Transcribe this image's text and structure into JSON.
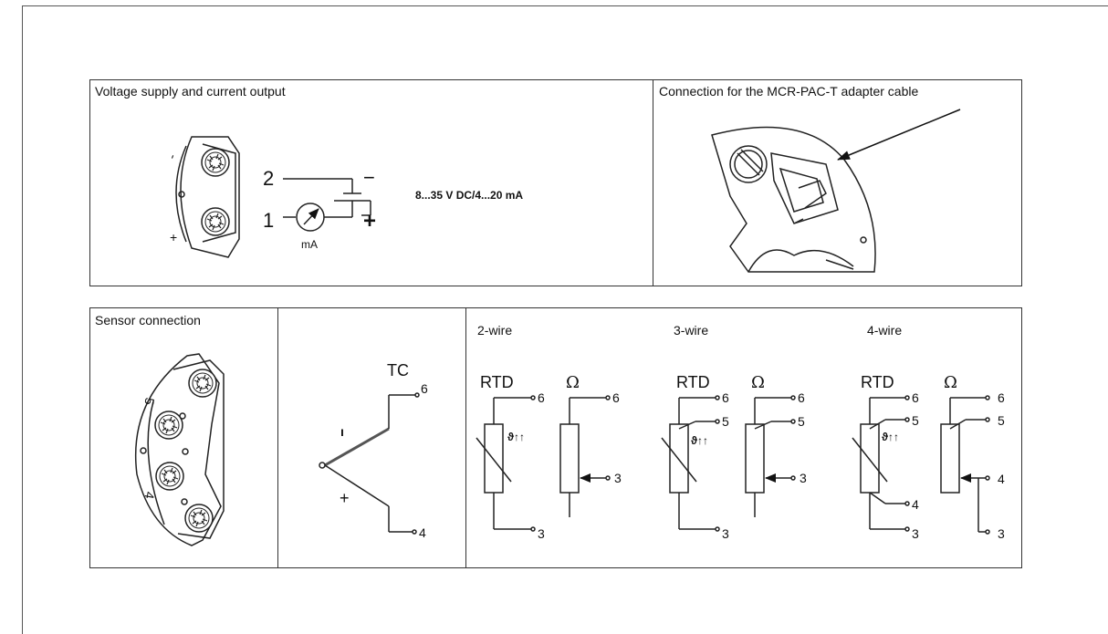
{
  "top_left": {
    "title": "Voltage supply and current output",
    "terminal_minus_mark": "-",
    "terminal_plus_mark": "+",
    "terminal_2": "2",
    "terminal_1": "1",
    "polarity_minus": "−",
    "polarity_plus": "+",
    "meter_unit": "mA",
    "supply_spec": "8...35 V DC/4...20 mA"
  },
  "top_right": {
    "title": "Connection for the MCR-PAC-T adapter cable"
  },
  "bottom": {
    "sensor_title": "Sensor connection",
    "terminal_5_mark": "5",
    "terminal_4_mark": "4",
    "tc": {
      "label": "TC",
      "pos_terminal": "6",
      "neg_terminal": "4",
      "minus_mark": "ı",
      "plus_mark": "+"
    },
    "wire2": {
      "heading": "2-wire",
      "rtd_label": "RTD",
      "ohm_label": "Ω",
      "rtd_top": "6",
      "rtd_bottom": "3",
      "ohm_top": "6",
      "ohm_wiper": "3",
      "temp_symbol": "ϑ↑↑"
    },
    "wire3": {
      "heading": "3-wire",
      "rtd_label": "RTD",
      "ohm_label": "Ω",
      "rtd_t1": "6",
      "rtd_t2": "5",
      "rtd_bottom": "3",
      "ohm_t1": "6",
      "ohm_t2": "5",
      "ohm_wiper": "3",
      "temp_symbol": "ϑ↑↑"
    },
    "wire4": {
      "heading": "4-wire",
      "rtd_label": "RTD",
      "ohm_label": "Ω",
      "rtd_t1": "6",
      "rtd_t2": "5",
      "rtd_b1": "4",
      "rtd_b2": "3",
      "ohm_t1": "6",
      "ohm_t2": "5",
      "ohm_wiper": "4",
      "ohm_bottom": "3",
      "temp_symbol": "ϑ↑↑"
    }
  }
}
